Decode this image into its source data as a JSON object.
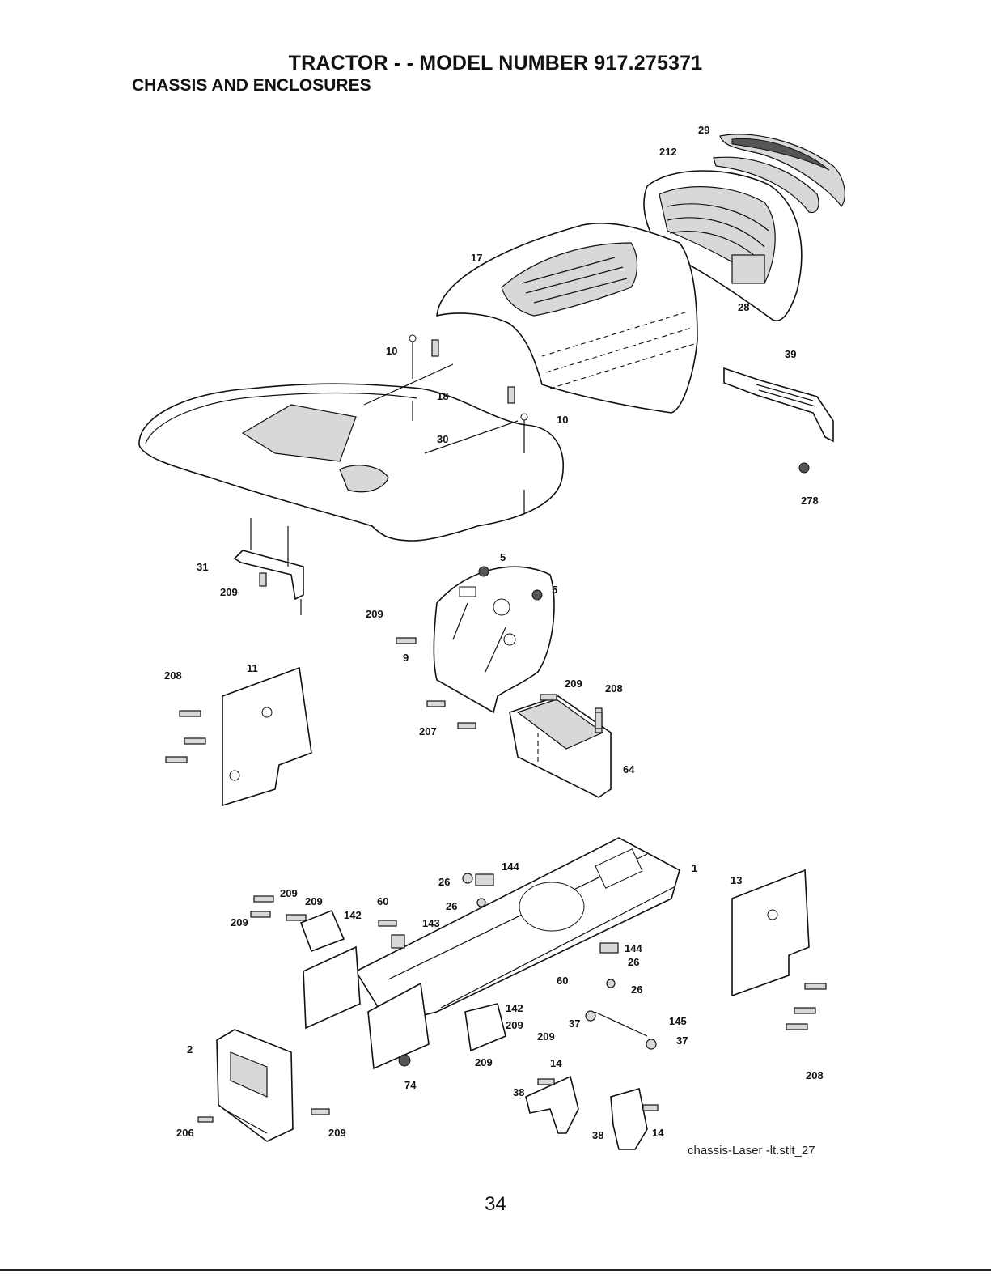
{
  "header": {
    "title": "TRACTOR - - MODEL NUMBER  917.275371",
    "subtitle": "CHASSIS AND ENCLOSURES"
  },
  "diagram": {
    "callouts": [
      {
        "id": "c1",
        "label": "29"
      },
      {
        "id": "c2",
        "label": "212"
      },
      {
        "id": "c3",
        "label": "17"
      },
      {
        "id": "c4",
        "label": "28"
      },
      {
        "id": "c5",
        "label": "39"
      },
      {
        "id": "c6",
        "label": "10"
      },
      {
        "id": "c7",
        "label": "18"
      },
      {
        "id": "c8",
        "label": "10"
      },
      {
        "id": "c9",
        "label": "30"
      },
      {
        "id": "c10",
        "label": "278"
      },
      {
        "id": "c11",
        "label": "31"
      },
      {
        "id": "c12",
        "label": "209"
      },
      {
        "id": "c13",
        "label": "5"
      },
      {
        "id": "c14",
        "label": "5"
      },
      {
        "id": "c15",
        "label": "209"
      },
      {
        "id": "c16",
        "label": "9"
      },
      {
        "id": "c17",
        "label": "208"
      },
      {
        "id": "c18",
        "label": "11"
      },
      {
        "id": "c19",
        "label": "209"
      },
      {
        "id": "c20",
        "label": "208"
      },
      {
        "id": "c21",
        "label": "207"
      },
      {
        "id": "c22",
        "label": "64"
      },
      {
        "id": "c23",
        "label": "144"
      },
      {
        "id": "c24",
        "label": "26"
      },
      {
        "id": "c25",
        "label": "1"
      },
      {
        "id": "c26",
        "label": "13"
      },
      {
        "id": "c27",
        "label": "209"
      },
      {
        "id": "c28",
        "label": "209"
      },
      {
        "id": "c29",
        "label": "60"
      },
      {
        "id": "c30",
        "label": "26"
      },
      {
        "id": "c31",
        "label": "142"
      },
      {
        "id": "c32",
        "label": "209"
      },
      {
        "id": "c33",
        "label": "143"
      },
      {
        "id": "c34",
        "label": "144"
      },
      {
        "id": "c35",
        "label": "26"
      },
      {
        "id": "c36",
        "label": "60"
      },
      {
        "id": "c37",
        "label": "26"
      },
      {
        "id": "c38",
        "label": "142"
      },
      {
        "id": "c39",
        "label": "209"
      },
      {
        "id": "c40",
        "label": "209"
      },
      {
        "id": "c41",
        "label": "145"
      },
      {
        "id": "c42",
        "label": "37"
      },
      {
        "id": "c43",
        "label": "37"
      },
      {
        "id": "c44",
        "label": "2"
      },
      {
        "id": "c45",
        "label": "209"
      },
      {
        "id": "c46",
        "label": "74"
      },
      {
        "id": "c47",
        "label": "14"
      },
      {
        "id": "c48",
        "label": "38"
      },
      {
        "id": "c49",
        "label": "208"
      },
      {
        "id": "c50",
        "label": "206"
      },
      {
        "id": "c51",
        "label": "209"
      },
      {
        "id": "c52",
        "label": "38"
      },
      {
        "id": "c53",
        "label": "14"
      }
    ],
    "reference": "chassis-Laser -lt.stlt_27"
  },
  "footer": {
    "page_number": "34"
  }
}
